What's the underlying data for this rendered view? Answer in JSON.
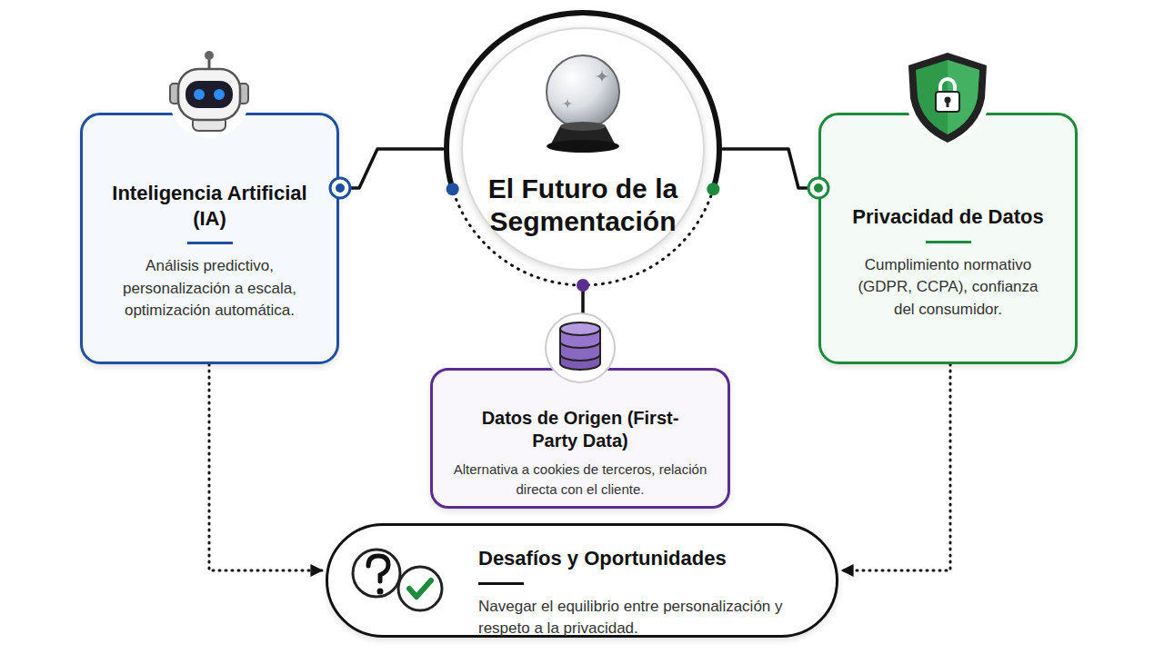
{
  "diagram": {
    "nodes": [
      {
        "text": [
          "El Futuro de la Segmentación"
        ]
      },
      {
        "text": [
          "Inteligencia Artificial (IA)",
          "Análisis predictivo, personalización a escala, optimización automática."
        ]
      },
      {
        "text": [
          "Privacidad de Datos",
          "Cumplimiento normativo (GDPR, CCPA), confianza del consumidor."
        ]
      },
      {
        "text": [
          "Datos de Origen (First-Party Data)",
          "Alternativa a cookies de terceros, relación directa con el cliente."
        ]
      },
      {
        "text": [
          "Desafíos y Oportunidades",
          "Navegar el equilibrio entre personalización y respeto a la privacidad."
        ]
      }
    ],
    "edges": [
      {
        "from": 0,
        "to": 1,
        "arrow": "none"
      },
      {
        "from": 0,
        "to": 2,
        "arrow": "none"
      },
      {
        "from": 0,
        "to": 3,
        "arrow": "none"
      },
      {
        "from": 1,
        "to": 4,
        "arrow": "to"
      },
      {
        "from": 2,
        "to": 4,
        "arrow": "to"
      }
    ]
  }
}
